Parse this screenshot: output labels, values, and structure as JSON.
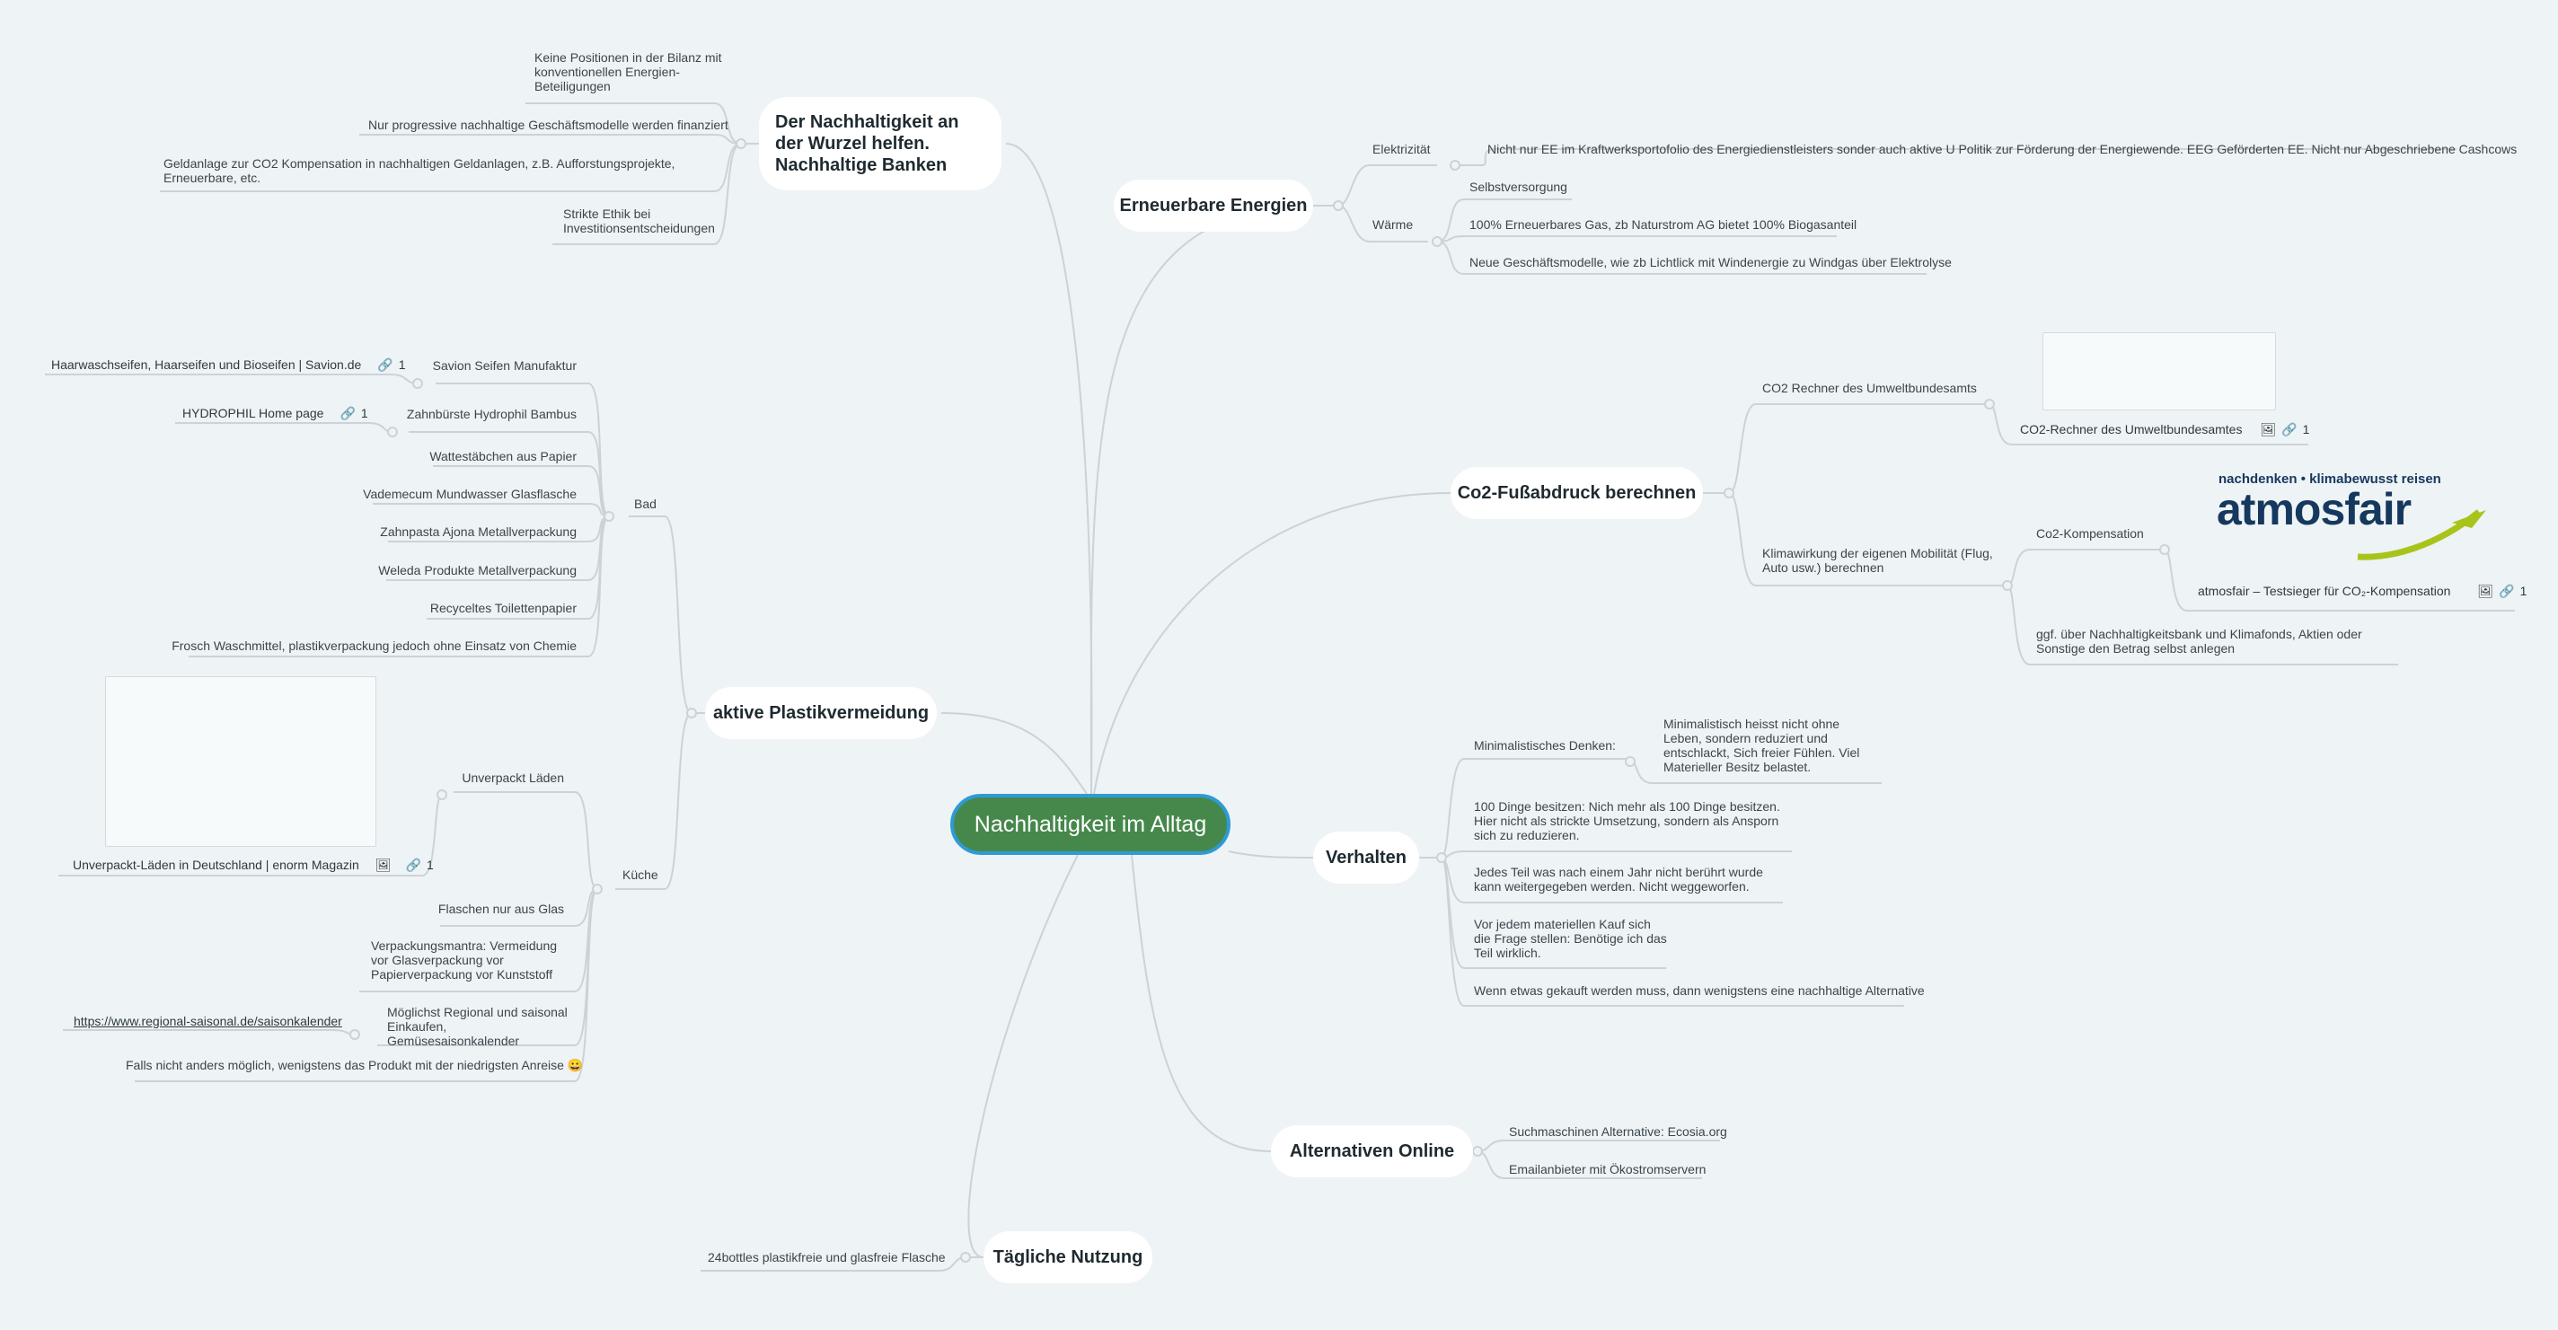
{
  "root": "Nachhaltigkeit im Alltag",
  "branches": {
    "erneuerbare": {
      "title": "Erneuerbare Energien",
      "elektrizitaet": "Elektrizität",
      "elektrizitaet_text": "Nicht nur EE im Kraftwerksportofolio des Energiedienstleisters sonder auch aktive U Politik zur Förderung der Energiewende. EEG Geförderten EE. Nicht nur Abgeschriebene Cashcows",
      "waerme": "Wärme",
      "waerme_items": [
        "Selbstversorgung",
        "100% Erneuerbares Gas, zb Naturstrom AG bietet 100% Biogasanteil",
        "Neue Geschäftsmodelle, wie zb Lichtlick mit Windenergie zu Windgas über Elektrolyse"
      ]
    },
    "co2": {
      "title": "Co2-Fußabdruck berechnen",
      "rechner": "CO2 Rechner des Umweltbundesamts",
      "rechner_link": "CO2-Rechner des Umweltbundesamtes",
      "rechner_count": "1",
      "mobilitaet": "Klimawirkung der eigenen Mobilität (Flug, Auto usw.) berechnen",
      "kompensation": "Co2-Kompensation",
      "logo_tagline": "nachdenken • klimabewusst reisen",
      "logo_word": "atmosfair",
      "atmosfair_link": "atmosfair – Testsieger für CO₂-Kompensation",
      "atmosfair_count": "1",
      "bank": "ggf. über Nachhaltigkeitsbank und Klimafonds, Aktien oder Sonstige den Betrag selbst anlegen"
    },
    "verhalten": {
      "title": "Verhalten",
      "minimal": "Minimalistisches Denken:",
      "minimal_text": "Minimalistisch heisst nicht ohne Leben, sondern reduziert und entschlackt, Sich freier Fühlen. Viel Materieller Besitz belastet.",
      "items": [
        "100 Dinge besitzen: Nich mehr als 100 Dinge besitzen. Hier nicht als strickte Umsetzung, sondern als Ansporn sich zu reduzieren.",
        "Jedes Teil was nach einem Jahr nicht berührt wurde kann weitergegeben werden. Nicht weggeworfen.",
        "Vor jedem materiellen Kauf sich die Frage stellen: Benötige ich das Teil wirklich.",
        "Wenn etwas gekauft werden muss, dann wenigstens eine nachhaltige Alternative"
      ]
    },
    "online": {
      "title": "Alternativen Online",
      "items": [
        "Suchmaschinen Alternative: Ecosia.org",
        "Emailanbieter mit Ökostromservern"
      ]
    },
    "taeglich": {
      "title": "Tägliche Nutzung",
      "items": [
        "24bottles plastikfreie und glasfreie Flasche"
      ]
    },
    "wurzel": {
      "title": "Der Nachhaltigkeit an der Wurzel helfen. Nachhaltige Banken",
      "items": [
        "Keine Positionen in der Bilanz mit konventionellen Energien-Beteiligungen",
        "Nur progressive nachhaltige Geschäftsmodelle werden finanziert",
        "Geldanlage zur CO2 Kompensation in nachhaltigen Geldanlagen, z.B. Aufforstungsprojekte, Erneuerbare, etc.",
        "Strikte Ethik bei Investitionsentscheidungen"
      ]
    },
    "plastik": {
      "title": "aktive Plastikvermeidung",
      "bad": "Bad",
      "bad_items": [
        "Savion Seifen Manufaktur",
        "Zahnbürste Hydrophil Bambus",
        "Wattestäbchen aus Papier",
        "Vademecum Mundwasser Glasflasche",
        "Zahnpasta Ajona Metallverpackung",
        "Weleda Produkte Metallverpackung",
        "Recyceltes Toilettenpapier",
        "Frosch Waschmittel, plastikverpackung jedoch ohne Einsatz von Chemie"
      ],
      "savion_link": "Haarwaschseifen, Haarseifen und Bioseifen | Savion.de",
      "savion_count": "1",
      "hydrophil_link": "HYDROPHIL Home page",
      "hydrophil_count": "1",
      "kueche": "Küche",
      "kueche_items": [
        "Unverpackt Läden",
        "Flaschen nur aus Glas",
        "Verpackungsmantra: Vermeidung vor Glasverpackung vor Papierverpackung vor Kunststoff",
        "Möglichst Regional und saisonal Einkaufen, Gemüsesaisonkalender",
        "Falls nicht anders möglich, wenigstens das Produkt mit der niedrigsten Anreise 😀"
      ],
      "unverpackt_link": "Unverpackt-Läden in Deutschland | enorm Magazin",
      "unverpackt_count": "1",
      "saison_url": "https://www.regional-saisonal.de/saisonkalender"
    }
  },
  "icons": {
    "image": "image-icon",
    "link": "link-icon"
  }
}
